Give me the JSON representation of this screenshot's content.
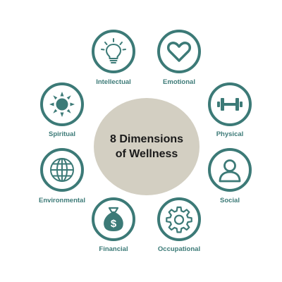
{
  "center": {
    "line1": "8 Dimensions",
    "line2": "of Wellness"
  },
  "colors": {
    "accent": "#3c7a77",
    "center_fill": "#d3cfc2",
    "title_text": "#1a1a1a"
  },
  "dimensions": [
    {
      "label": "Intellectual",
      "icon": "lightbulb-icon"
    },
    {
      "label": "Emotional",
      "icon": "heart-icon"
    },
    {
      "label": "Physical",
      "icon": "dumbbell-icon"
    },
    {
      "label": "Social",
      "icon": "person-icon"
    },
    {
      "label": "Occupational",
      "icon": "gear-icon"
    },
    {
      "label": "Financial",
      "icon": "money-bag-icon"
    },
    {
      "label": "Environmental",
      "icon": "globe-icon"
    },
    {
      "label": "Spiritual",
      "icon": "sun-icon"
    }
  ]
}
